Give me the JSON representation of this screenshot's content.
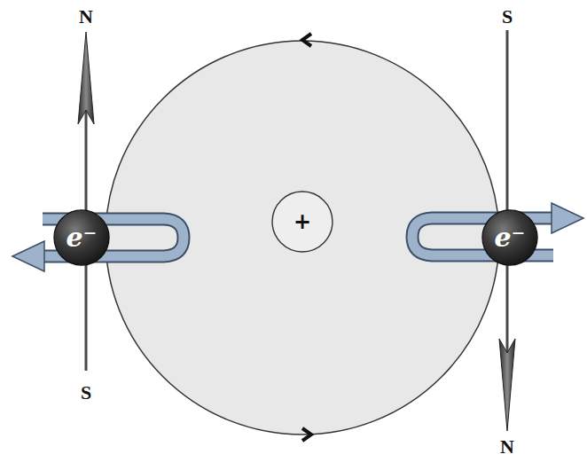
{
  "diagram": {
    "nodes": [
      {
        "text": [
          "e⁻"
        ]
      },
      {
        "text": [
          "+"
        ]
      },
      {
        "text": [
          "e⁻"
        ]
      }
    ],
    "labels": [
      "N",
      "S",
      "S",
      "N"
    ]
  }
}
